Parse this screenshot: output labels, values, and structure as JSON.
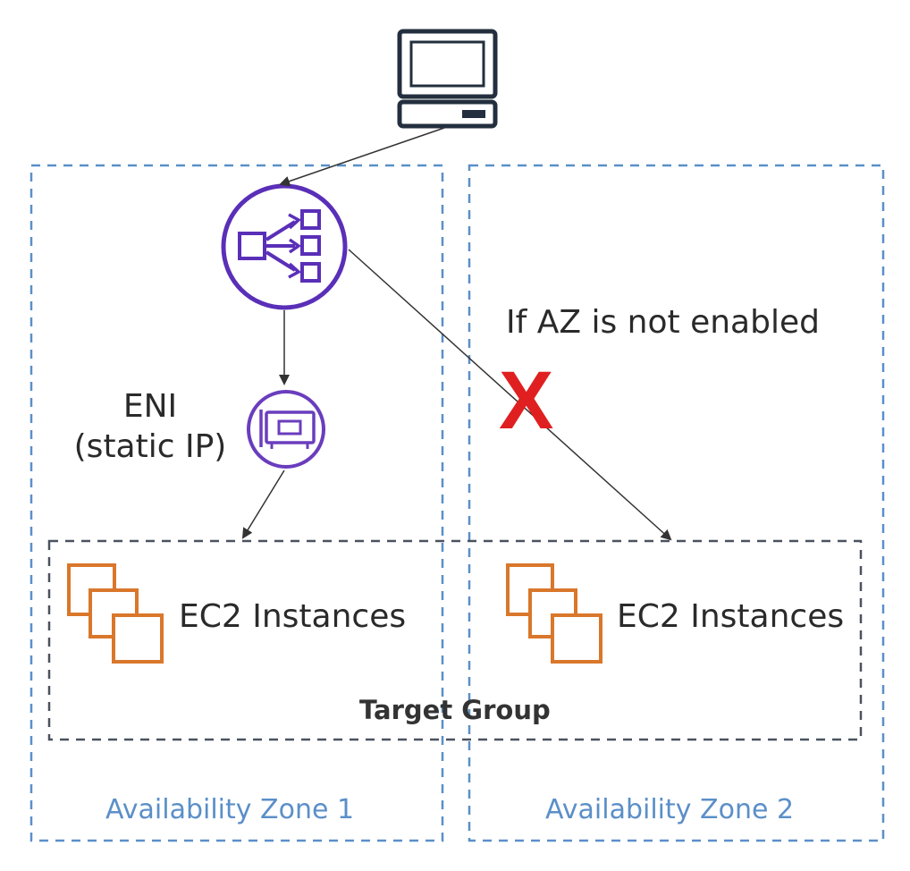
{
  "annotation": "If AZ is not enabled",
  "blocked_mark": "X",
  "eni": {
    "line1": "ENI",
    "line2": "(static IP)"
  },
  "target_group": {
    "label": "Target Group"
  },
  "zones": [
    {
      "label": "Availability Zone 1",
      "instances_label": "EC2 Instances"
    },
    {
      "label": "Availability Zone 2",
      "instances_label": "EC2 Instances"
    }
  ],
  "colors": {
    "az_border": "#5b8fc8",
    "target_group_border": "#4a5260",
    "nlb": "#5a2fb8",
    "eni": "#6a3dbd",
    "ec2": "#d9772b",
    "blocked": "#e02020",
    "arrows": "#333333"
  },
  "icons": [
    "client-computer-icon",
    "network-load-balancer-icon",
    "eni-icon",
    "ec2-instances-icon"
  ]
}
